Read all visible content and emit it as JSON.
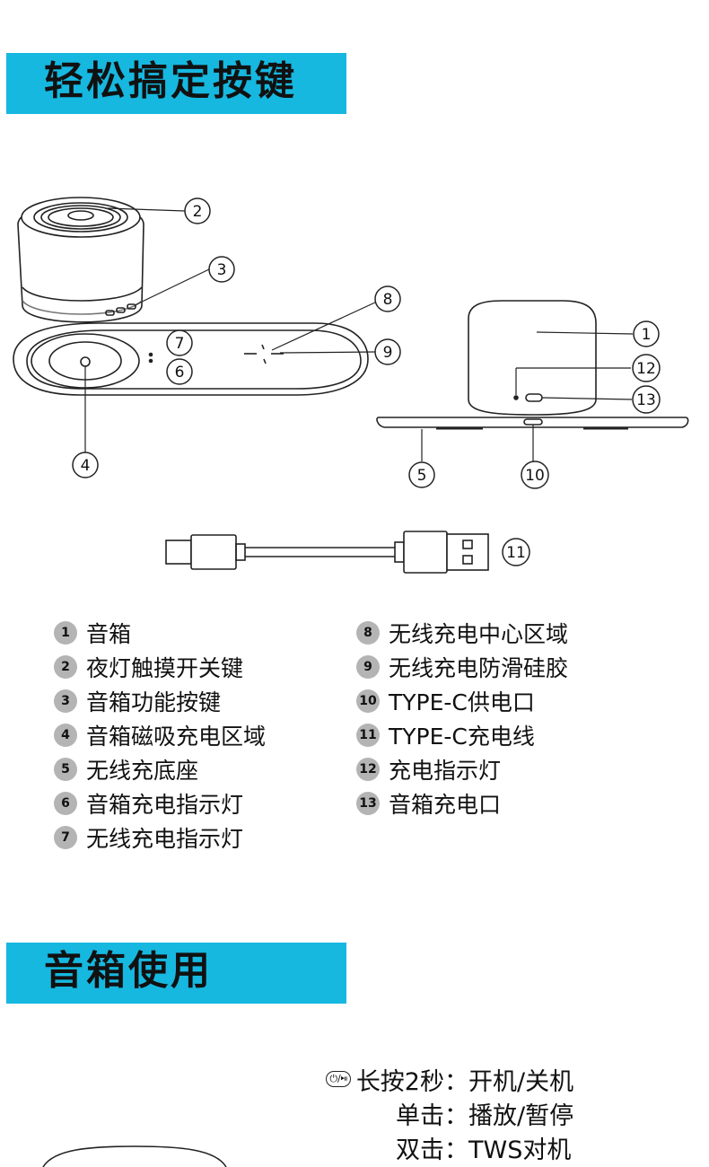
{
  "section1": {
    "title": "轻松搞定按键"
  },
  "section2": {
    "title": "音箱使用"
  },
  "callouts": [
    "1",
    "2",
    "3",
    "4",
    "5",
    "6",
    "7",
    "8",
    "9",
    "10",
    "11",
    "12",
    "13"
  ],
  "legend": {
    "left": [
      {
        "num": "1",
        "text": "音箱"
      },
      {
        "num": "2",
        "text": "夜灯触摸开关键"
      },
      {
        "num": "3",
        "text": "音箱功能按键"
      },
      {
        "num": "4",
        "text": "音箱磁吸充电区域"
      },
      {
        "num": "5",
        "text": "无线充底座"
      },
      {
        "num": "6",
        "text": "音箱充电指示灯"
      },
      {
        "num": "7",
        "text": "无线充电指示灯"
      }
    ],
    "right": [
      {
        "num": "8",
        "text": "无线充电中心区域"
      },
      {
        "num": "9",
        "text": "无线充电防滑硅胶"
      },
      {
        "num": "10",
        "text": "TYPE-C供电口"
      },
      {
        "num": "11",
        "text": "TYPE-C充电线"
      },
      {
        "num": "12",
        "text": "充电指示灯"
      },
      {
        "num": "13",
        "text": "音箱充电口"
      }
    ]
  },
  "usage": {
    "button_icon": "power-play-pause-icon",
    "button_glyph": "⏻/⏯",
    "rows": [
      {
        "label": "长按2秒",
        "value": "：开机/关机"
      },
      {
        "label": "单击",
        "value": "：播放/暂停"
      },
      {
        "label": "双击",
        "value": "：TWS对机"
      }
    ]
  },
  "colors": {
    "accent": "#16b8e0",
    "badge": "#b4b4b4",
    "line": "#222222"
  }
}
